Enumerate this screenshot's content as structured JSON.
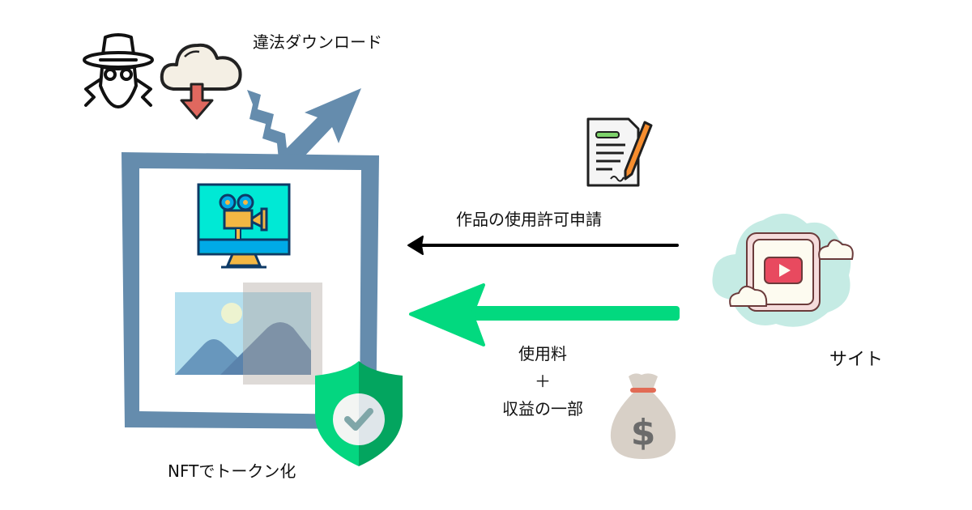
{
  "labels": {
    "illegal_download": "違法ダウンロード",
    "permission_request": "作品の使用許可申請",
    "fee_line1": "使用料",
    "fee_plus": "＋",
    "fee_line2": "収益の一部",
    "site": "サイト",
    "nft_tokenize": "NFTでトークン化"
  },
  "colors": {
    "frame": "#658cad",
    "green_arrow": "#02d97f",
    "black_arrow": "#000000",
    "shield_light": "#04d680",
    "shield_dark": "#03a55f",
    "cloud_teal": "#c5ebe4",
    "youtube_red": "#e84a5f",
    "money_bag": "#d8d0c7",
    "download_arrow": "#e0685f"
  },
  "icons": [
    "spy-icon",
    "cloud-download-icon",
    "lightning-arrow-icon",
    "contract-pen-icon",
    "youtube-cloud-icon",
    "money-bag-icon",
    "video-monitor-icon",
    "image-icon",
    "shield-check-icon"
  ]
}
